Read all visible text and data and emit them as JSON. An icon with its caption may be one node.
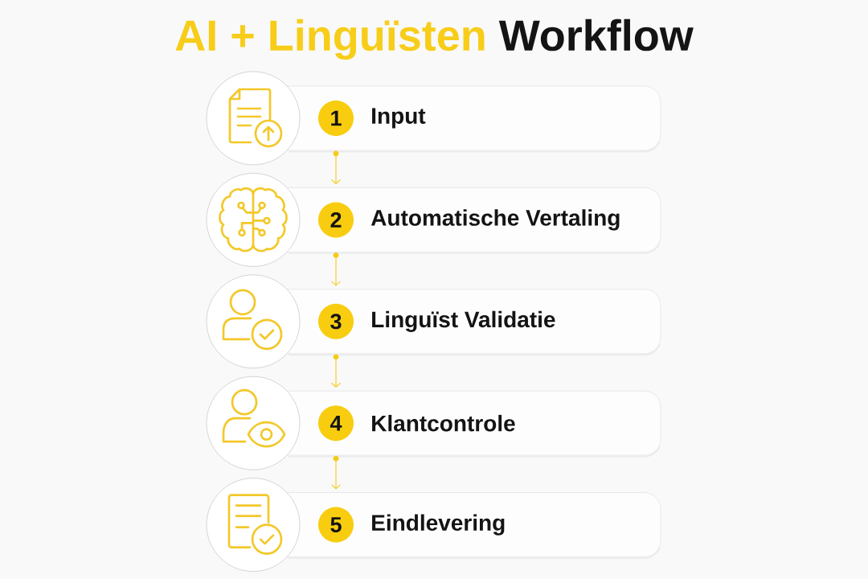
{
  "diagram": {
    "title": "AI + Linguïsten Workflow",
    "nodes": [
      {
        "text": [],
        "shape": "circle"
      },
      {
        "text": [
          "Input"
        ]
      },
      {
        "text": [
          "1"
        ],
        "in": 1
      },
      {
        "text": [],
        "shape": "circle"
      },
      {
        "text": [],
        "shape": "circle"
      },
      {
        "text": [
          "Automatische Vertaling"
        ]
      },
      {
        "text": [
          "2"
        ],
        "in": 5
      },
      {
        "text": [],
        "shape": "circle"
      },
      {
        "text": [],
        "shape": "circle"
      },
      {
        "text": [
          "Linguïst Validatie"
        ]
      },
      {
        "text": [
          "3"
        ],
        "in": 9
      },
      {
        "text": [],
        "shape": "circle"
      },
      {
        "text": [],
        "shape": "circle"
      },
      {
        "text": [
          "Klantcontrole"
        ]
      },
      {
        "text": [
          "4"
        ],
        "in": 13
      },
      {
        "text": [],
        "shape": "circle"
      },
      {
        "text": [],
        "shape": "circle"
      },
      {
        "text": [
          "Eindlevering"
        ]
      },
      {
        "text": [
          "5"
        ],
        "in": 17
      }
    ],
    "edges": [
      {
        "from": 3,
        "to": 5,
        "arrow": "to"
      },
      {
        "from": 7,
        "to": 9,
        "arrow": "to"
      },
      {
        "from": 11,
        "to": 13,
        "arrow": "to"
      },
      {
        "from": 15,
        "to": 17,
        "arrow": "to"
      }
    ]
  }
}
